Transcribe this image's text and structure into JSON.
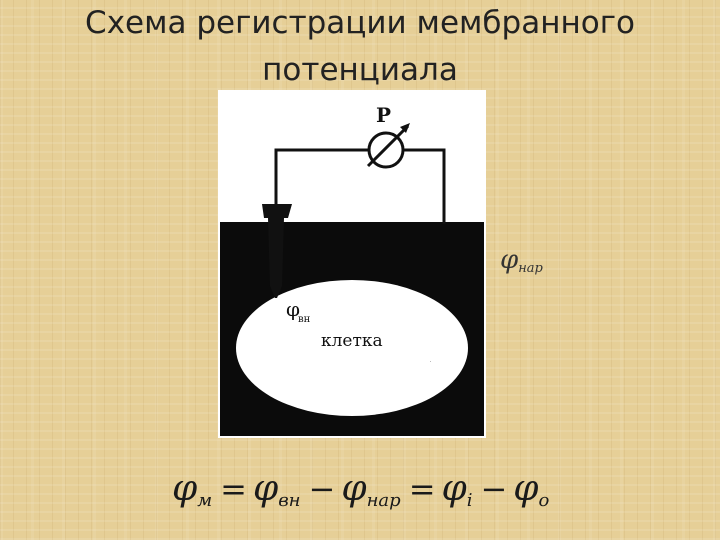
{
  "title": {
    "line1": "Схема регистрации мембранного",
    "line2": "потенциала"
  },
  "diagram": {
    "meter_label": "P",
    "phi_symbol": "φ",
    "inner_sub": "вн",
    "outer_sub": "нар",
    "cell_label": "клетка"
  },
  "formula": {
    "phi": "φ",
    "sub_m": "м",
    "eq1": "=",
    "sub_vn": "вн",
    "minus1": "−",
    "sub_nar": "нар",
    "eq2": "=",
    "sub_i": "i",
    "minus2": "−",
    "sub_o": "o"
  },
  "colors": {
    "background": "#e6cf97",
    "paper": "#ffffff",
    "solution": "#0b0b0b",
    "ink": "#111111"
  }
}
